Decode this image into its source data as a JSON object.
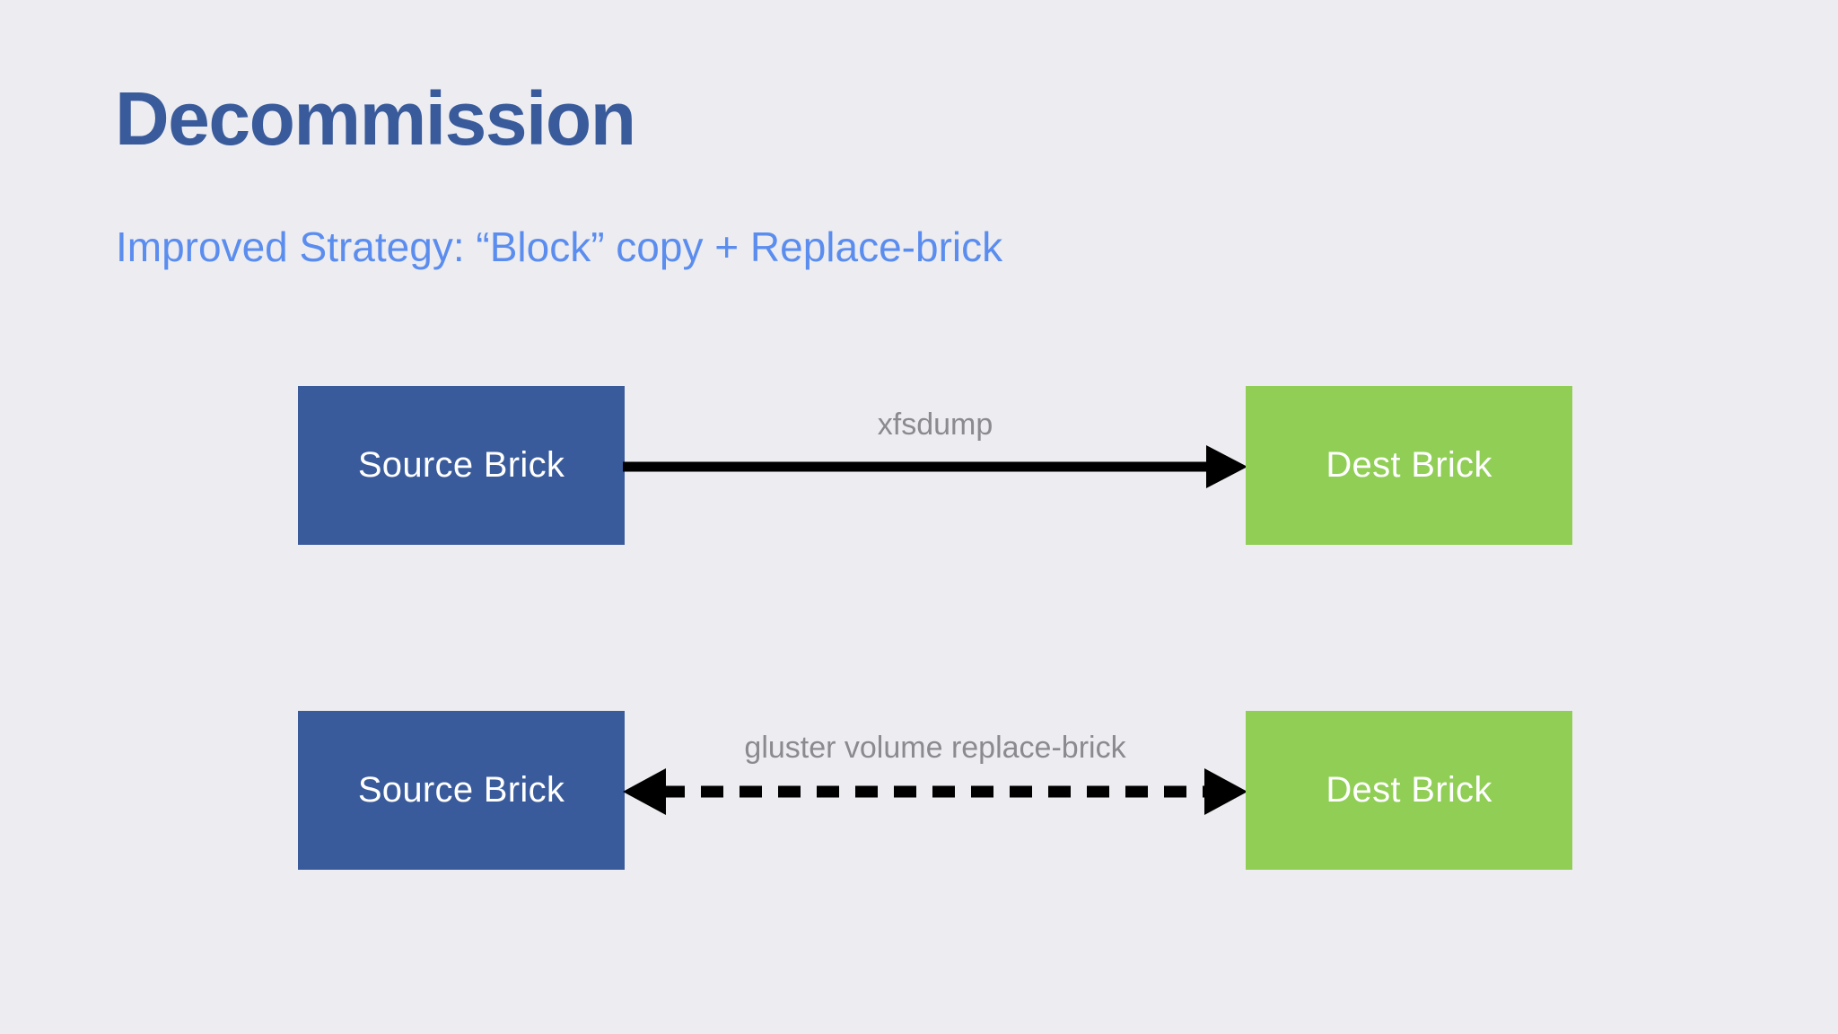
{
  "slide": {
    "title": "Decommission",
    "subtitle": "Improved Strategy: “Block” copy + Replace-brick",
    "background_color": "#ededf1",
    "title_color": "#3a5b9b",
    "subtitle_color": "#5b8def"
  },
  "palette": {
    "source_fill": "#3a5b9b",
    "dest_fill": "#90ce55",
    "arrow_color": "#000000",
    "label_color": "#8a8a8f",
    "brick_text_color": "#ffffff"
  },
  "diagram": {
    "rows": [
      {
        "id": "row-1",
        "source_label": "Source Brick",
        "dest_label": "Dest Brick",
        "connector_label": "xfsdump",
        "arrow_style": "solid",
        "arrow_direction": "right"
      },
      {
        "id": "row-2",
        "source_label": "Source Brick",
        "dest_label": "Dest Brick",
        "connector_label": "gluster volume replace-brick",
        "arrow_style": "dashed",
        "arrow_direction": "both"
      }
    ]
  }
}
